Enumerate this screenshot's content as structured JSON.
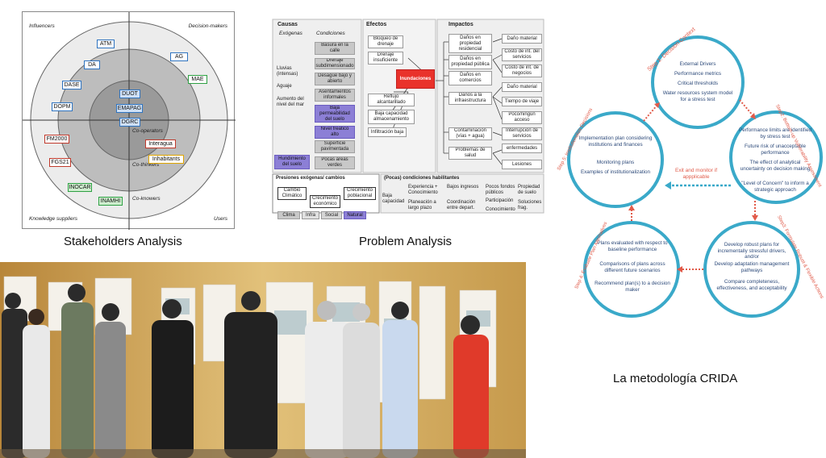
{
  "stakeholders": {
    "caption": "Stakeholders Analysis",
    "corners": {
      "tl": "Influencers",
      "tr": "Decision-makers",
      "bl": "Knowledge suppliers",
      "br": "Users"
    },
    "rings": {
      "cooperators": "Co-operators",
      "cothinkers": "Co-thinkers",
      "coknowers": "Co-knowers"
    },
    "boxes": {
      "atm": "ATM",
      "da": "DA",
      "dase": "DASE",
      "dopm": "DOPM",
      "ag": "AG",
      "mae": "MAE",
      "duot": "DUOT",
      "emapag": "EMAPAG",
      "dgrc": "DGRC",
      "fm2000": "FM2000",
      "fgs21": "FGS21",
      "interagua": "Interagua",
      "inhabitants": "Inhabitants",
      "inocar": "INOCAR",
      "inamhi": "INAMHI"
    }
  },
  "problem": {
    "caption": "Problem Analysis",
    "headers": {
      "causas": "Causas",
      "efectos": "Efectos",
      "impactos": "Impactos",
      "exogenas": "Exógenas",
      "condiciones": "Condiciones"
    },
    "exogenas": [
      "Lluvias (intensas)",
      "Aguaje",
      "Aumento del nivel del mar",
      "Hundimiento del suelo"
    ],
    "condiciones": [
      "Basura en la calle",
      "Drenaje subdimensionado",
      "Desagüe bajo y abierto",
      "Asentamientos informales",
      "Baja permeabilidad del suelo",
      "Nivel freático alto",
      "Superficie pavimentada",
      "Pocas áreas verdes"
    ],
    "efectos": [
      "Bloqueo de drenaje",
      "Drenaje insuficiente",
      "Reflujo alcantarillado",
      "Baja capacidad almacenamiento",
      "Infiltración baja"
    ],
    "central": "Inundaciones",
    "impactos1": [
      "Daños en propiedad residencial",
      "Daños en propiedad pública",
      "Daños en comercios",
      "Daños a la infraestructura",
      "Contaminación (vías + agua)",
      "Problemas de salud"
    ],
    "impactos2": [
      "Daño material",
      "Costo de int. del servicios",
      "Costo de int. de negocios",
      "Daño material",
      "Tiempo de viaje",
      "Poco/ningún acceso",
      "Interrupción de servicios",
      "enfermedades",
      "Lesiones"
    ],
    "presiones": {
      "title": "Presiones exógenas/ cambios",
      "cambio": "Cambio Climático",
      "crecimiento": "Crecimiento económico",
      "poblacional": "Crecimiento poblacional",
      "legend": [
        "Clima",
        "Infra",
        "Social",
        "Natural"
      ]
    },
    "pocas": {
      "title": "(Pocas) condiciones habilitantes",
      "rowlabel": "Baja capacidad",
      "cells": [
        "Experiencia + Conocimiento",
        "Bajos ingresos",
        "Pocos fondos públicos",
        "Propiedad de suelo",
        "Planeación a largo plazo",
        "Coordinación entre depart.",
        "Participación",
        "Soluciones frag.",
        "Conocimiento"
      ]
    }
  },
  "crida": {
    "caption": "La metodología CRIDA",
    "step1": {
      "label": "Step 1: Decision Context",
      "items": [
        "External Drivers",
        "Performance metrics",
        "Critical thresholds",
        "Water resources system model for a stress test"
      ]
    },
    "step2": {
      "label": "Step2: Bottom-up Vulnerability Assessment",
      "items": [
        "Performance limits are identified by stress test",
        "Future risk of unacceptable performance",
        "The effect of analytical uncertainty on decision making",
        "\"Level of Concern\" to inform a strategic approach"
      ]
    },
    "step3": {
      "label": "Step3: Formulate Robust & Flexible Actions",
      "items": [
        "Develop robust plans for incrementally stressful drivers, and/or",
        "Develop adaptation management pathways",
        "Compare completeness, effectiveness, and acceptability"
      ]
    },
    "step4": {
      "label": "Step 4: Evaluate Plan Alternatives",
      "items": [
        "Plans evaluated with respect to baseline performance",
        "Comparisons of plans across different future scenarios",
        "Recommend plan(s) to a decision maker"
      ]
    },
    "step5": {
      "label": "Step 5: Institutionalize Decisions",
      "items": [
        "Implementation plan considering institutions and finances",
        "Monitoring plans",
        "Examples of institutionalization"
      ]
    },
    "exit": "Exit and monitor if appplicable"
  },
  "colors": {
    "crida_ring": "#3aa9c9",
    "crida_accent": "#e15b4a",
    "central_red": "#e9322b",
    "condition_purple": "#8c7fd6"
  }
}
